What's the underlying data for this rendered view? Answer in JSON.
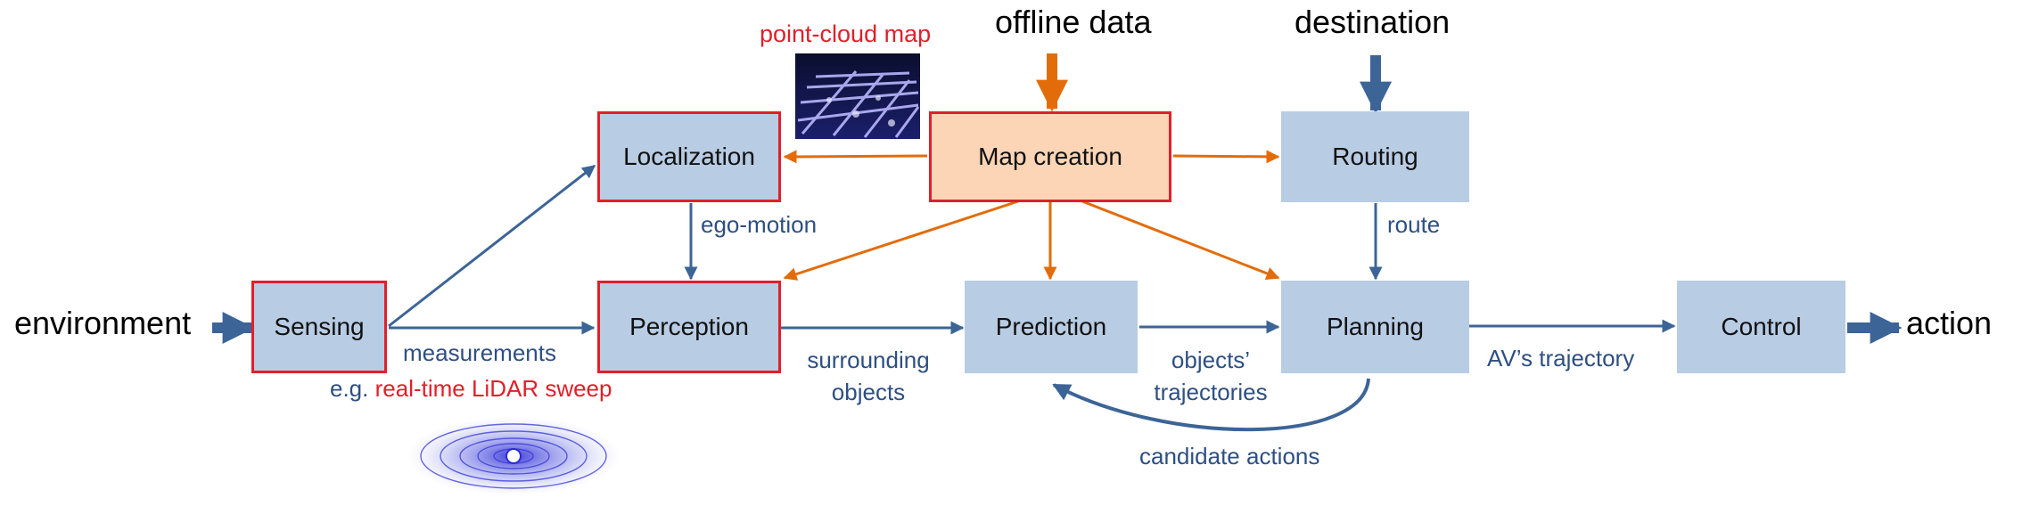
{
  "boxes": {
    "sensing": "Sensing",
    "localization": "Localization",
    "perception": "Perception",
    "map_creation": "Map creation",
    "prediction": "Prediction",
    "routing": "Routing",
    "planning": "Planning",
    "control": "Control"
  },
  "inputs": {
    "environment": "environment",
    "offline_data": "offline data",
    "destination": "destination"
  },
  "outputs": {
    "action": "action"
  },
  "edge_labels": {
    "ego_motion": "ego-motion",
    "measurements": "measurements",
    "eg_prefix": "e.g.",
    "lidar_sweep": "real-time LiDAR sweep",
    "surrounding_line1": "surrounding",
    "surrounding_line2": "objects",
    "objects_traj_line1": "objects’",
    "objects_traj_line2": "trajectories",
    "route": "route",
    "av_trajectory": "AV’s trajectory",
    "candidate_actions": "candidate actions"
  },
  "annotations": {
    "point_cloud_map": "point-cloud map"
  },
  "colors": {
    "box_blue": "#b8cce4",
    "box_orange": "#fbd5b5",
    "highlight_red": "#e0202a",
    "arrow_blue": "#3c6496",
    "arrow_orange": "#e36c0a",
    "label_blue": "#2e4f82"
  }
}
